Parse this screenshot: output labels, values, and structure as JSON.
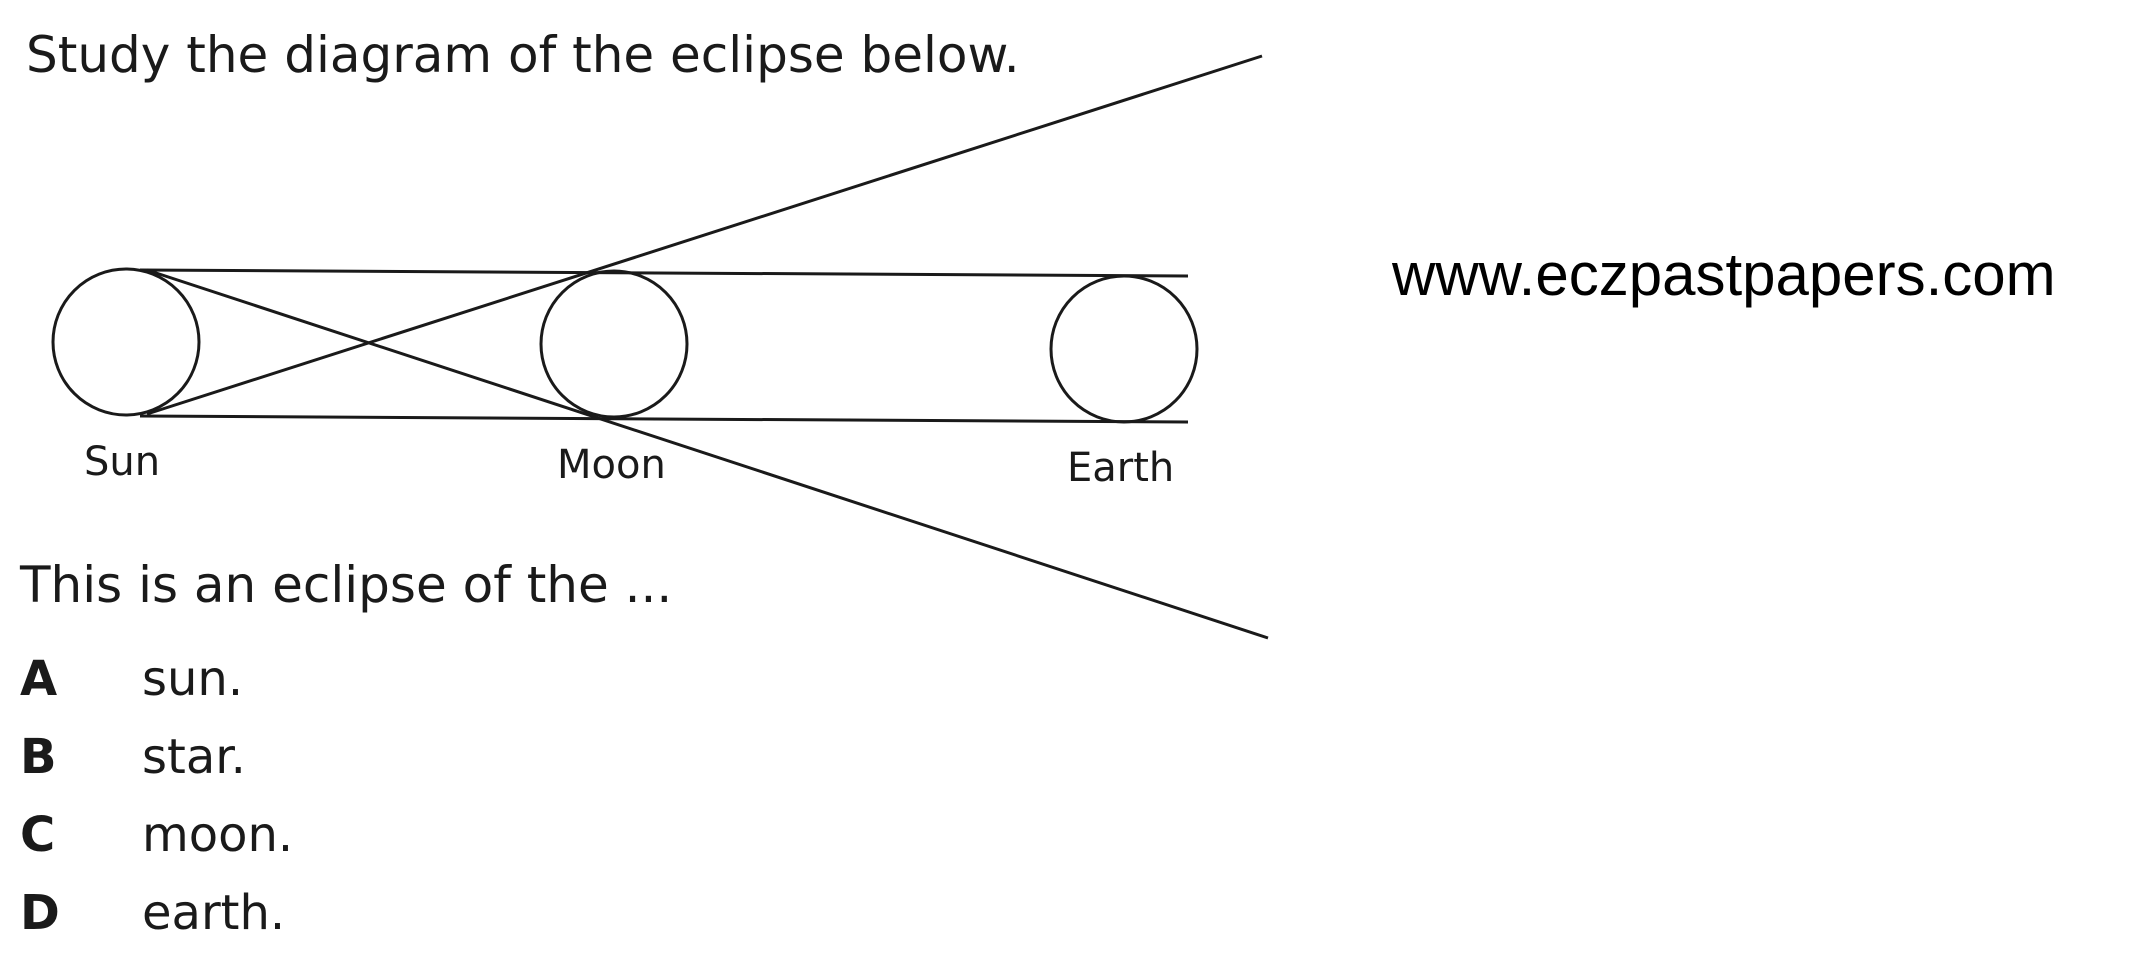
{
  "question": {
    "intro": "Study the diagram of the eclipse below.",
    "stem": "This is an eclipse of the ..."
  },
  "diagram": {
    "labels": {
      "sun": "Sun",
      "moon": "Moon",
      "earth": "Earth"
    }
  },
  "options": [
    {
      "letter": "A",
      "text": "sun."
    },
    {
      "letter": "B",
      "text": "star."
    },
    {
      "letter": "C",
      "text": "moon."
    },
    {
      "letter": "D",
      "text": "earth."
    }
  ],
  "watermark": "www.eczpastpapers.com"
}
